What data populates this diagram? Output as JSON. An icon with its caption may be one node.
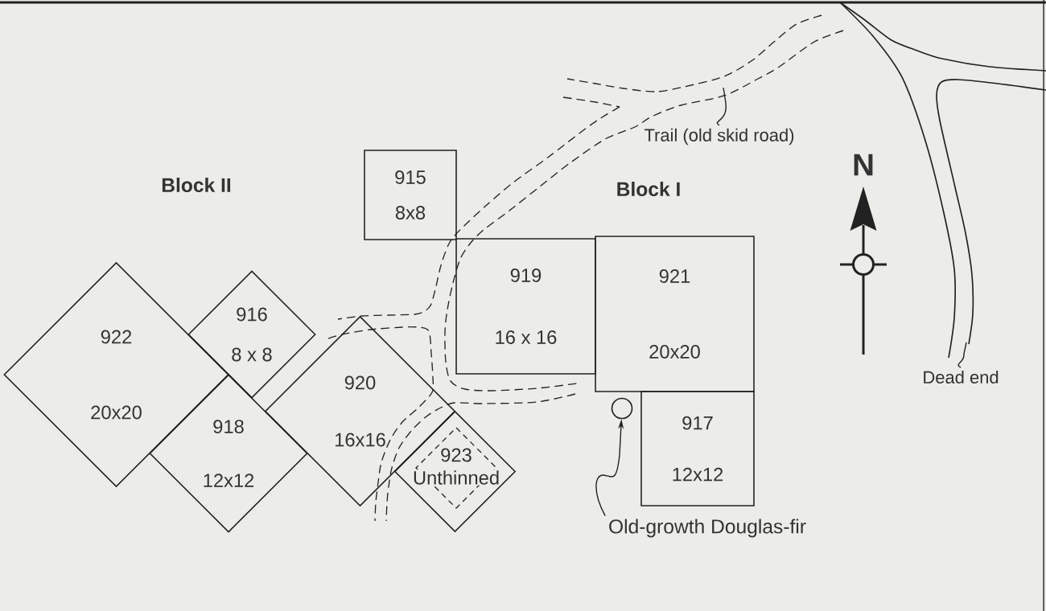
{
  "diagram": {
    "nodes": [
      {
        "text": [
          "915",
          "8x8"
        ]
      },
      {
        "text": [
          "919",
          "16 x 16"
        ]
      },
      {
        "text": [
          "921",
          "20x20"
        ]
      },
      {
        "text": [
          "922",
          "20x20"
        ]
      },
      {
        "text": [
          "916",
          "8 x 8"
        ]
      },
      {
        "text": [
          "920",
          "16x16"
        ]
      },
      {
        "text": [
          "918",
          "12x12"
        ]
      },
      {
        "text": [
          "917",
          "12x12"
        ]
      },
      {
        "text": [
          "923",
          "Unthinned"
        ]
      },
      {
        "text": [
          "Trail (old skid road)"
        ]
      },
      {
        "text": [],
        "shape": "circle"
      },
      {
        "text": [
          "Old-growth Douglas-fir"
        ]
      },
      {
        "text": [
          "Dead end"
        ]
      }
    ],
    "edges": [
      {
        "from": 9,
        "to": null,
        "arrow": "none"
      },
      {
        "from": 11,
        "to": 10,
        "arrow": "to"
      },
      {
        "from": 12,
        "to": null,
        "arrow": "none"
      }
    ],
    "labels": [
      "Block II",
      "Block I",
      "N"
    ]
  }
}
